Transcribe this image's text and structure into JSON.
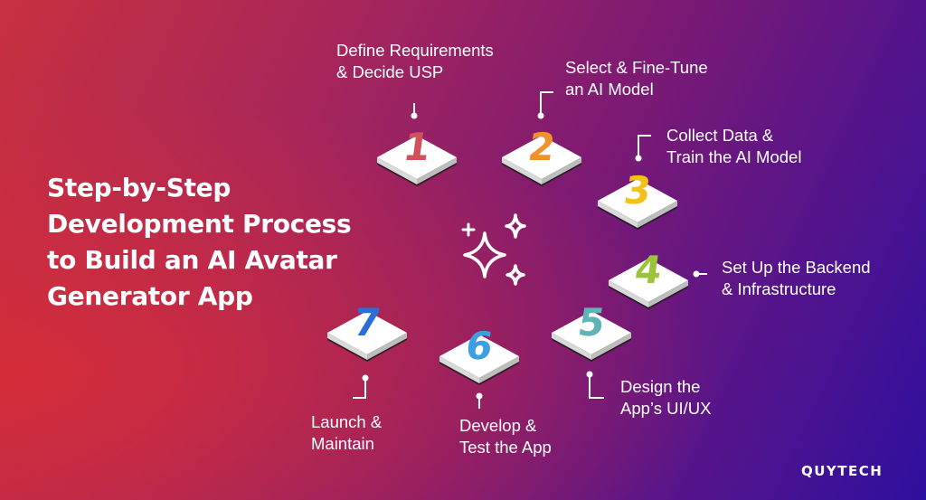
{
  "title_lines": [
    "Step-by-Step",
    "Development Process",
    "to Build an AI Avatar",
    "Generator App"
  ],
  "steps": [
    {
      "number": "1",
      "lines": [
        "Define Requirements",
        "& Decide USP"
      ],
      "color": "#d1525a"
    },
    {
      "number": "2",
      "lines": [
        "Select & Fine-Tune",
        "an AI Model"
      ],
      "color": "#f0922a"
    },
    {
      "number": "3",
      "lines": [
        "Collect Data &",
        "Train the AI Model"
      ],
      "color": "#f2c21b"
    },
    {
      "number": "4",
      "lines": [
        "Set Up the Backend",
        "& Infrastructure"
      ],
      "color": "#9ac43a"
    },
    {
      "number": "5",
      "lines": [
        "Design the",
        "App’s UI/UX"
      ],
      "color": "#5fb4b6"
    },
    {
      "number": "6",
      "lines": [
        "Develop &",
        "Test the App"
      ],
      "color": "#3d9ee0"
    },
    {
      "number": "7",
      "lines": [
        "Launch &",
        "Maintain"
      ],
      "color": "#2a6fd6"
    }
  ],
  "center_icon": "sparkles-icon",
  "logo": "QUYTECH"
}
